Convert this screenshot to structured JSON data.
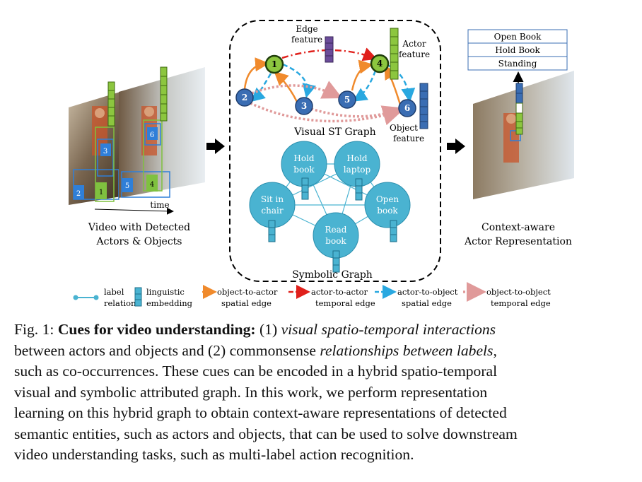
{
  "figure": {
    "video": {
      "caption_line1": "Video with Detected",
      "caption_line2": "Actors & Objects",
      "axis_label": "time",
      "box_numbers": [
        "2",
        "1",
        "3",
        "5",
        "4",
        "6"
      ]
    },
    "st_graph": {
      "title": "Visual ST Graph",
      "node_labels": [
        "1",
        "2",
        "3",
        "4",
        "5",
        "6"
      ],
      "edge_feature_line1": "Edge",
      "edge_feature_line2": "feature",
      "actor_feature_line1": "Actor",
      "actor_feature_line2": "feature",
      "object_feature_line1": "Object",
      "object_feature_line2": "feature"
    },
    "symbolic_graph": {
      "title": "Symbolic Graph",
      "nodes": [
        {
          "line1": "Hold",
          "line2": "book"
        },
        {
          "line1": "Hold",
          "line2": "laptop"
        },
        {
          "line1": "Sit in",
          "line2": "chair"
        },
        {
          "line1": "Open",
          "line2": "book"
        },
        {
          "line1": "Read",
          "line2": "book"
        }
      ]
    },
    "output": {
      "labels": [
        "Open Book",
        "Hold Book",
        "Standing"
      ],
      "caption_line1": "Context-aware",
      "caption_line2": "Actor Representation"
    },
    "legend": {
      "label_relation_1": "label",
      "label_relation_2": "relation",
      "linguistic_1": "linguistic",
      "linguistic_2": "embedding",
      "o2a_1": "object-to-actor",
      "o2a_2": "spatial edge",
      "a2a_1": "actor-to-actor",
      "a2a_2": "temporal edge",
      "a2o_1": "actor-to-object",
      "a2o_2": "spatial edge",
      "o2o_1": "object-to-object",
      "o2o_2": "temporal edge"
    },
    "colors": {
      "actor_node": "#8cc63f",
      "object_node": "#3a6db3",
      "edge_feature": "#6b4c9a",
      "symbolic_node": "#4ab3d1",
      "o2a_edge": "#f08a2c",
      "a2a_edge": "#e0201b",
      "a2o_edge": "#29a8e0",
      "o2o_edge": "#e09a9a"
    }
  },
  "caption": {
    "prefix": "Fig. 1:",
    "bold": "Cues for video understanding:",
    "l1_t1": "(1)",
    "l1_i1": "visual spatio-temporal interactions",
    "l2_t1": "between actors and objects and (2) commonsense",
    "l2_i1": "relationships between labels",
    "l2_t2": ",",
    "l3": "such as co-occurrences. These cues can be encoded in a hybrid spatio-temporal",
    "l4": "visual and symbolic attributed graph. In this work, we perform representation",
    "l5": "learning on this hybrid graph to obtain context-aware representations of detected",
    "l6": "semantic entities, such as actors and objects, that can be used to solve downstream",
    "l7": "video understanding tasks, such as multi-label action recognition."
  }
}
